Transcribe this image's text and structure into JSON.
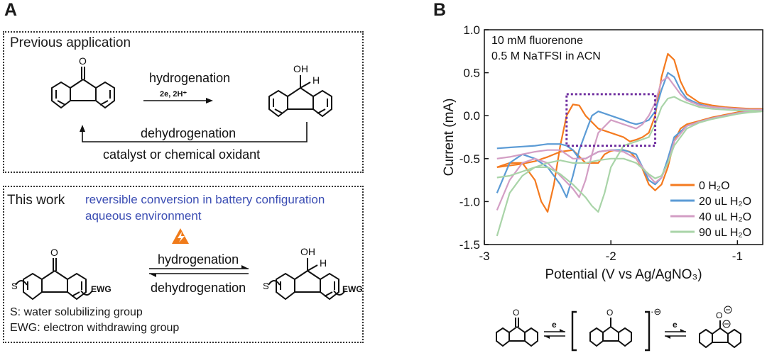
{
  "panel_a": {
    "label": "A",
    "previous": {
      "title": "Previous application",
      "forward_label": "hydrogenation",
      "forward_sub": "2e, 2H⁺",
      "reverse_label": "dehydrogenation",
      "reverse_sub": "catalyst or chemical oxidant",
      "ketone_o": "O",
      "alcohol_oh": "OH",
      "alcohol_h": "H"
    },
    "this_work": {
      "title": "This work",
      "highlight_line1": "reversible conversion in battery configuration",
      "highlight_line2": "aqueous environment",
      "forward_label": "hydrogenation",
      "reverse_label": "dehydrogenation",
      "ketone_o": "O",
      "alcohol_oh": "OH",
      "alcohol_h": "H",
      "s_label": "S",
      "ewg_label": "EWG",
      "legend_s": "S: water solubilizing group",
      "legend_ewg": "EWG: electron withdrawing group"
    },
    "colors": {
      "highlight": "#3b4db3",
      "bolt": "#f07b1a"
    }
  },
  "panel_b": {
    "label": "B",
    "mechanism": {
      "e1": "e",
      "e2": "e",
      "o": "O",
      "radical": "·⊖"
    }
  },
  "chart_data": {
    "type": "line",
    "annotation_lines": [
      "10 mM fluorenone",
      "0.5 M NaTFSI in ACN"
    ],
    "xlabel": "Potential (V vs Ag/AgNO₃)",
    "ylabel": "Current (mA)",
    "xlim": [
      -3.0,
      -0.8
    ],
    "ylim": [
      -1.5,
      1.0
    ],
    "xticks": [
      -3,
      -2,
      -1
    ],
    "yticks": [
      -1.5,
      -1.0,
      -0.5,
      0.0,
      0.5,
      1.0
    ],
    "xtick_labels": [
      "-3",
      "-2",
      "-1"
    ],
    "ytick_labels": [
      "-1.5",
      "-1.0",
      "-0.5",
      "0.0",
      "0.5",
      "1.0"
    ],
    "grid": false,
    "legend_position": "bottom-right",
    "highlight_box": {
      "x": [
        -2.35,
        -1.65
      ],
      "y": [
        -0.35,
        0.25
      ],
      "color": "#7030a0"
    },
    "series": [
      {
        "name": "0 H₂O",
        "color": "#f47a1f",
        "x": [
          -2.9,
          -2.8,
          -2.7,
          -2.6,
          -2.55,
          -2.5,
          -2.45,
          -2.4,
          -2.35,
          -2.3,
          -2.25,
          -2.2,
          -2.1,
          -2.0,
          -1.9,
          -1.85,
          -1.8,
          -1.75,
          -1.7,
          -1.65,
          -1.6,
          -1.55,
          -1.5,
          -1.45,
          -1.4,
          -1.3,
          -1.2,
          -1.1,
          -1.0,
          -0.9,
          -0.8,
          -0.9,
          -1.0,
          -1.1,
          -1.2,
          -1.3,
          -1.4,
          -1.45,
          -1.5,
          -1.55,
          -1.6,
          -1.65,
          -1.7,
          -1.75,
          -1.8,
          -1.85,
          -1.9,
          -1.95,
          -2.0,
          -2.05,
          -2.1,
          -2.2,
          -2.3,
          -2.4,
          -2.5,
          -2.6,
          -2.7,
          -2.8,
          -2.9
        ],
        "y": [
          -0.6,
          -0.55,
          -0.55,
          -0.75,
          -1.0,
          -1.12,
          -0.8,
          -0.35,
          0.0,
          0.13,
          0.12,
          0.0,
          -0.15,
          -0.2,
          -0.25,
          -0.3,
          -0.28,
          -0.25,
          -0.2,
          0.0,
          0.45,
          0.72,
          0.65,
          0.4,
          0.25,
          0.15,
          0.12,
          0.1,
          0.09,
          0.08,
          0.08,
          0.06,
          0.04,
          0.01,
          -0.02,
          -0.06,
          -0.1,
          -0.15,
          -0.3,
          -0.6,
          -0.8,
          -0.87,
          -0.8,
          -0.62,
          -0.5,
          -0.42,
          -0.4,
          -0.4,
          -0.41,
          -0.45,
          -0.55,
          -0.55,
          -0.4,
          -0.42,
          -0.48,
          -0.53,
          -0.56,
          -0.58,
          -0.6
        ]
      },
      {
        "name": "20 uL H₂O",
        "color": "#5b9bd5",
        "x": [
          -2.9,
          -2.8,
          -2.7,
          -2.6,
          -2.5,
          -2.4,
          -2.35,
          -2.3,
          -2.25,
          -2.2,
          -2.15,
          -2.1,
          -2.0,
          -1.9,
          -1.85,
          -1.8,
          -1.75,
          -1.7,
          -1.65,
          -1.6,
          -1.55,
          -1.5,
          -1.45,
          -1.4,
          -1.3,
          -1.2,
          -1.1,
          -1.0,
          -0.9,
          -0.8,
          -0.9,
          -1.0,
          -1.1,
          -1.2,
          -1.3,
          -1.4,
          -1.5,
          -1.55,
          -1.6,
          -1.65,
          -1.7,
          -1.75,
          -1.8,
          -1.9,
          -2.0,
          -2.1,
          -2.2,
          -2.25,
          -2.3,
          -2.35,
          -2.4,
          -2.5,
          -2.6,
          -2.7,
          -2.8,
          -2.9
        ],
        "y": [
          -0.9,
          -0.55,
          -0.45,
          -0.5,
          -0.6,
          -0.8,
          -0.95,
          -0.7,
          -0.4,
          -0.2,
          0.0,
          0.05,
          0.0,
          -0.05,
          -0.08,
          -0.1,
          -0.08,
          -0.05,
          0.05,
          0.3,
          0.5,
          0.45,
          0.3,
          0.2,
          0.13,
          0.1,
          0.09,
          0.08,
          0.07,
          0.07,
          0.05,
          0.03,
          0.0,
          -0.03,
          -0.07,
          -0.12,
          -0.25,
          -0.5,
          -0.72,
          -0.8,
          -0.75,
          -0.6,
          -0.45,
          -0.4,
          -0.4,
          -0.42,
          -0.5,
          -0.5,
          -0.4,
          -0.35,
          -0.33,
          -0.33,
          -0.35,
          -0.36,
          -0.37,
          -0.38
        ]
      },
      {
        "name": "40 uL H₂O",
        "color": "#d39ec4",
        "x": [
          -2.9,
          -2.8,
          -2.7,
          -2.6,
          -2.5,
          -2.4,
          -2.3,
          -2.25,
          -2.2,
          -2.15,
          -2.1,
          -2.0,
          -1.9,
          -1.8,
          -1.75,
          -1.7,
          -1.65,
          -1.6,
          -1.55,
          -1.5,
          -1.45,
          -1.4,
          -1.3,
          -1.2,
          -1.1,
          -1.0,
          -0.9,
          -0.8,
          -0.9,
          -1.0,
          -1.1,
          -1.2,
          -1.3,
          -1.4,
          -1.5,
          -1.55,
          -1.6,
          -1.65,
          -1.7,
          -1.8,
          -1.9,
          -2.0,
          -2.1,
          -2.2,
          -2.3,
          -2.4,
          -2.5,
          -2.6,
          -2.7,
          -2.8,
          -2.9
        ],
        "y": [
          -1.1,
          -0.75,
          -0.55,
          -0.5,
          -0.55,
          -0.7,
          -0.85,
          -0.95,
          -0.75,
          -0.45,
          -0.2,
          -0.05,
          -0.1,
          -0.15,
          -0.1,
          0.0,
          0.15,
          0.4,
          0.45,
          0.35,
          0.25,
          0.18,
          0.12,
          0.1,
          0.09,
          0.08,
          0.07,
          0.07,
          0.05,
          0.03,
          0.0,
          -0.03,
          -0.07,
          -0.12,
          -0.3,
          -0.55,
          -0.72,
          -0.78,
          -0.7,
          -0.5,
          -0.42,
          -0.4,
          -0.42,
          -0.5,
          -0.5,
          -0.4,
          -0.4,
          -0.42,
          -0.45,
          -0.48,
          -0.5
        ]
      },
      {
        "name": "90 uL H₂O",
        "color": "#a9d4a8",
        "x": [
          -2.9,
          -2.8,
          -2.7,
          -2.6,
          -2.5,
          -2.4,
          -2.3,
          -2.2,
          -2.15,
          -2.1,
          -2.05,
          -2.0,
          -1.9,
          -1.8,
          -1.7,
          -1.65,
          -1.6,
          -1.55,
          -1.5,
          -1.45,
          -1.4,
          -1.3,
          -1.2,
          -1.1,
          -1.0,
          -0.9,
          -0.8,
          -0.9,
          -1.0,
          -1.1,
          -1.2,
          -1.3,
          -1.4,
          -1.5,
          -1.55,
          -1.6,
          -1.65,
          -1.7,
          -1.8,
          -1.9,
          -2.0,
          -2.1,
          -2.2,
          -2.3,
          -2.4,
          -2.5,
          -2.6,
          -2.7,
          -2.8,
          -2.9
        ],
        "y": [
          -1.4,
          -0.9,
          -0.7,
          -0.6,
          -0.6,
          -0.68,
          -0.8,
          -0.95,
          -1.05,
          -1.12,
          -0.9,
          -0.6,
          -0.35,
          -0.3,
          -0.25,
          -0.1,
          0.1,
          0.2,
          0.22,
          0.18,
          0.15,
          0.1,
          0.08,
          0.07,
          0.06,
          0.06,
          0.05,
          0.04,
          0.02,
          -0.01,
          -0.04,
          -0.08,
          -0.15,
          -0.35,
          -0.55,
          -0.7,
          -0.73,
          -0.68,
          -0.55,
          -0.5,
          -0.5,
          -0.52,
          -0.55,
          -0.55,
          -0.52,
          -0.55,
          -0.6,
          -0.65,
          -0.7,
          -0.72
        ]
      }
    ]
  }
}
